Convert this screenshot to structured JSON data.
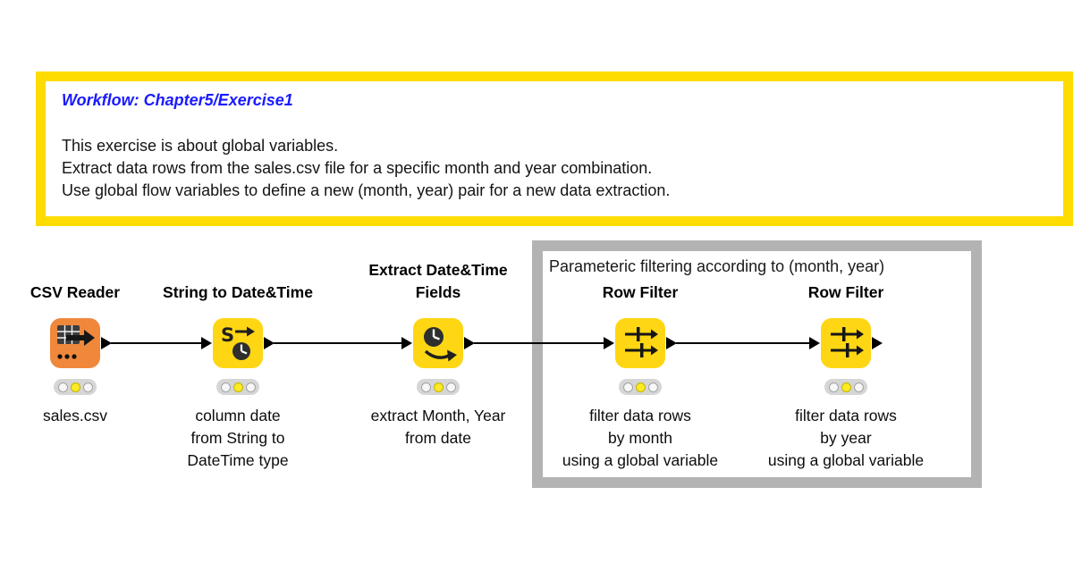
{
  "annotation": {
    "title": "Workflow: Chapter5/Exercise1",
    "body": "This exercise is about global variables.\nExtract data rows from the sales.csv file for a specific month and year combination.\nUse global flow variables to define a new (month, year) pair for a new data extraction.",
    "border_color": "#FFDC00",
    "title_color": "#1A1AFF"
  },
  "group": {
    "label": "Parameteric filtering according to (month, year)",
    "border_color": "#B3B3B3"
  },
  "colors": {
    "node_yellow": "#FFD613",
    "node_orange": "#F0883C",
    "traffic_on_yellow": "#FBEA25",
    "port_black": "#000000"
  },
  "nodes": [
    {
      "title": "CSV Reader",
      "description": "sales.csv",
      "icon": "csv-reader-icon",
      "status": "configured"
    },
    {
      "title": "String to Date&Time",
      "description": "column date\nfrom String to\nDateTime type",
      "icon": "string-to-datetime-icon",
      "status": "configured"
    },
    {
      "title": "Extract Date&Time\nFields",
      "description": "extract Month, Year\nfrom date",
      "icon": "extract-datetime-fields-icon",
      "status": "configured"
    },
    {
      "title": "Row Filter",
      "description": "filter data rows\nby month\nusing a global variable",
      "icon": "row-filter-icon",
      "status": "configured"
    },
    {
      "title": "Row Filter",
      "description": "filter data rows\nby year\nusing a global variable",
      "icon": "row-filter-icon",
      "status": "configured"
    }
  ]
}
